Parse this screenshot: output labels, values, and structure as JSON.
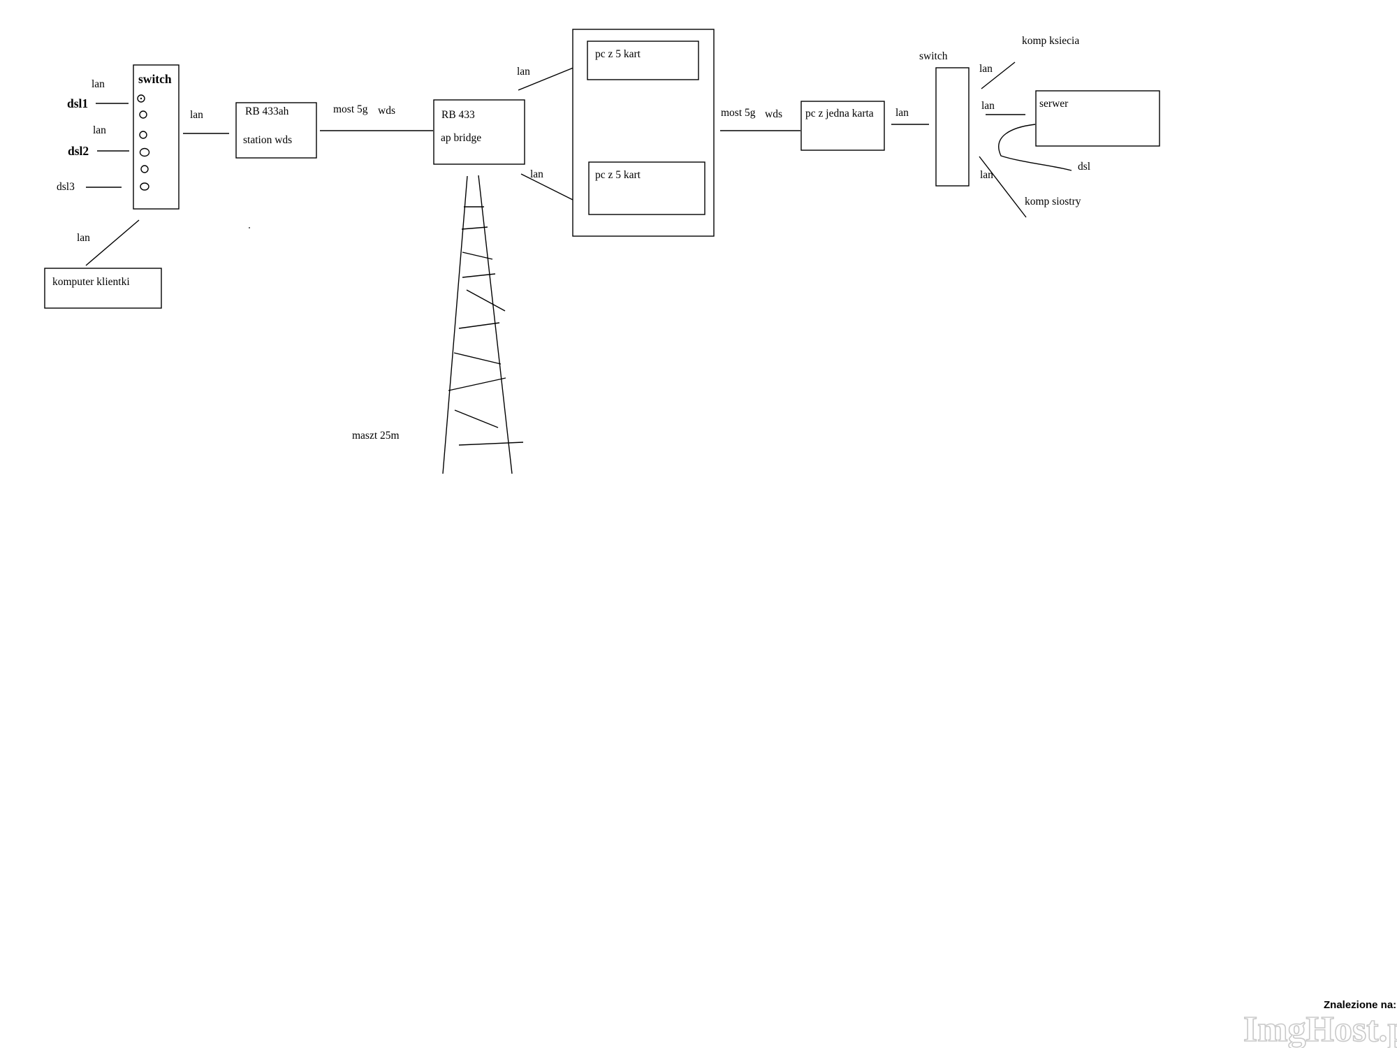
{
  "diagram": {
    "client_site": {
      "switch_label": "switch",
      "dsl1": "dsl1",
      "dsl2": "dsl2",
      "dsl3": "dsl3",
      "lan_dsl1": "lan",
      "lan_dsl2": "lan",
      "lan_client": "lan",
      "lan_to_rb": "lan",
      "client_computer": "komputer klientki"
    },
    "station": {
      "model": "RB 433ah",
      "mode": "station wds"
    },
    "link1": {
      "label": "most 5g",
      "mode": "wds"
    },
    "ap": {
      "model": "RB 433",
      "mode": "ap bridge"
    },
    "mast_label": "maszt 25m",
    "relay": {
      "lan_top": "lan",
      "lan_bottom": "lan",
      "pc_top": "pc z 5 kart",
      "pc_bottom": "pc z 5 kart"
    },
    "link2": {
      "label": "most 5g",
      "mode": "wds"
    },
    "pc_one_card": "pc z jedna karta",
    "lan_to_switch": "lan",
    "home_site": {
      "switch_label": "switch",
      "lan_top": "lan",
      "lan_middle": "lan",
      "lan_bottom": "lan",
      "komp_ksiecia": "komp ksiecia",
      "serwer": "serwer",
      "dsl": "dsl",
      "komp_siostry": "komp siostry"
    }
  },
  "watermark": {
    "found_on": "Znalezione na:",
    "brand": "ImgHost.pl"
  }
}
